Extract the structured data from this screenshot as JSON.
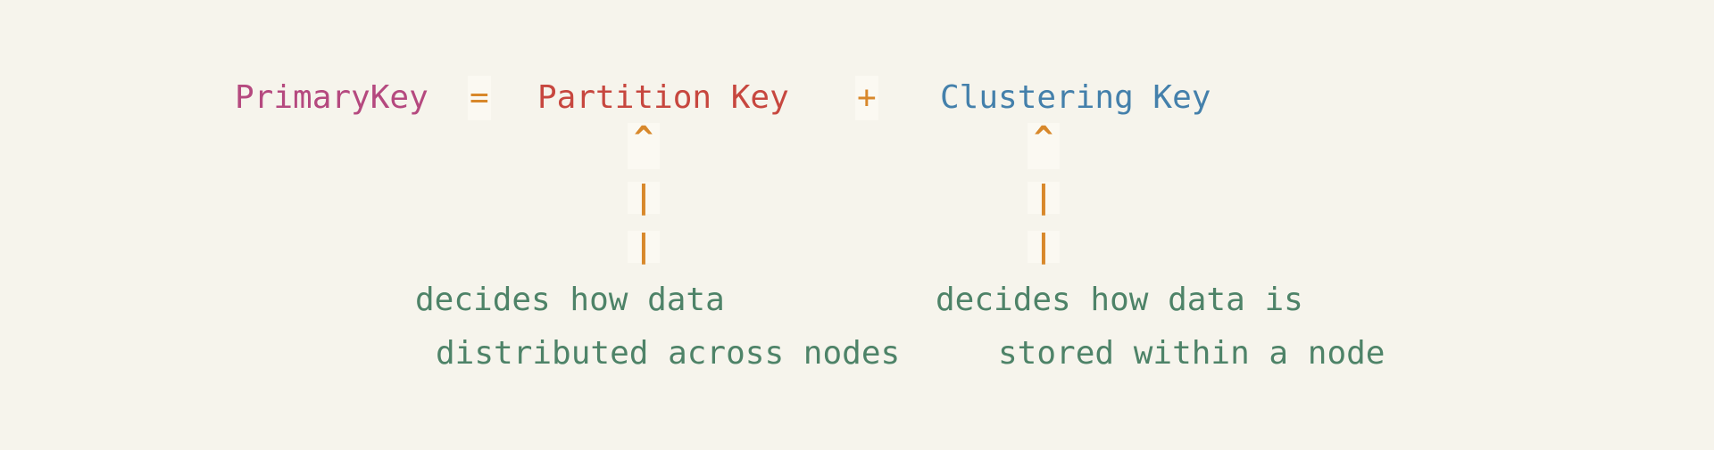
{
  "diagram": {
    "formula": {
      "primary_key": "PrimaryKey",
      "equals_sign": "=",
      "partition_key": "Partition Key",
      "plus_sign": "+",
      "clustering_key": "Clustering Key"
    },
    "arrow_glyphs": {
      "caret": "^",
      "pipe": "|"
    },
    "annotations": {
      "partition_key_note_line1": "decides how data",
      "partition_key_note_line2": "distributed across nodes",
      "clustering_key_note_line1": "decides how data is",
      "clustering_key_note_line2": "stored within a node"
    },
    "colors": {
      "background": "#f6f4ec",
      "primary_key": "#b5497f",
      "operator": "#d8882b",
      "partition_key": "#c7473f",
      "clustering_key": "#4480ab",
      "annotation": "#4e8368",
      "operator_highlight": "#fbf9f2"
    }
  }
}
